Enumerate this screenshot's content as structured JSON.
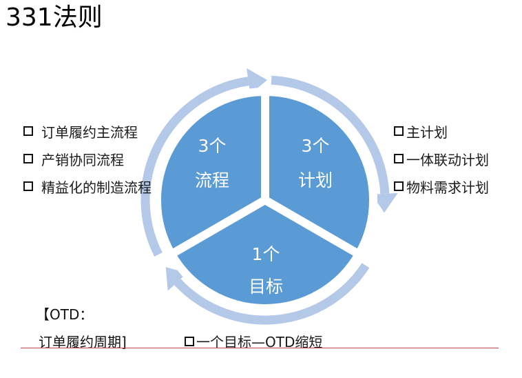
{
  "title": "331法则",
  "segments": {
    "process": {
      "line1": "3个",
      "line2": "流程"
    },
    "plan": {
      "line1": "3个",
      "line2": "计划"
    },
    "goal": {
      "line1": "1个",
      "line2": "目标"
    }
  },
  "process_items": [
    "订单履约主流程",
    "产销协同流程",
    "精益化的制造流程"
  ],
  "plan_items": [
    "主计划",
    "一体联动计划",
    "物料需求计划"
  ],
  "footnote": {
    "line1": "【OTD：",
    "line2": "订单履约周期]"
  },
  "goal_item": "一个目标—OTD缩短",
  "colors": {
    "segment_fill": "#5b9bd5",
    "ring": "#b4c8e7",
    "rule": "#c0404a",
    "segment_text": "#ffffff"
  }
}
